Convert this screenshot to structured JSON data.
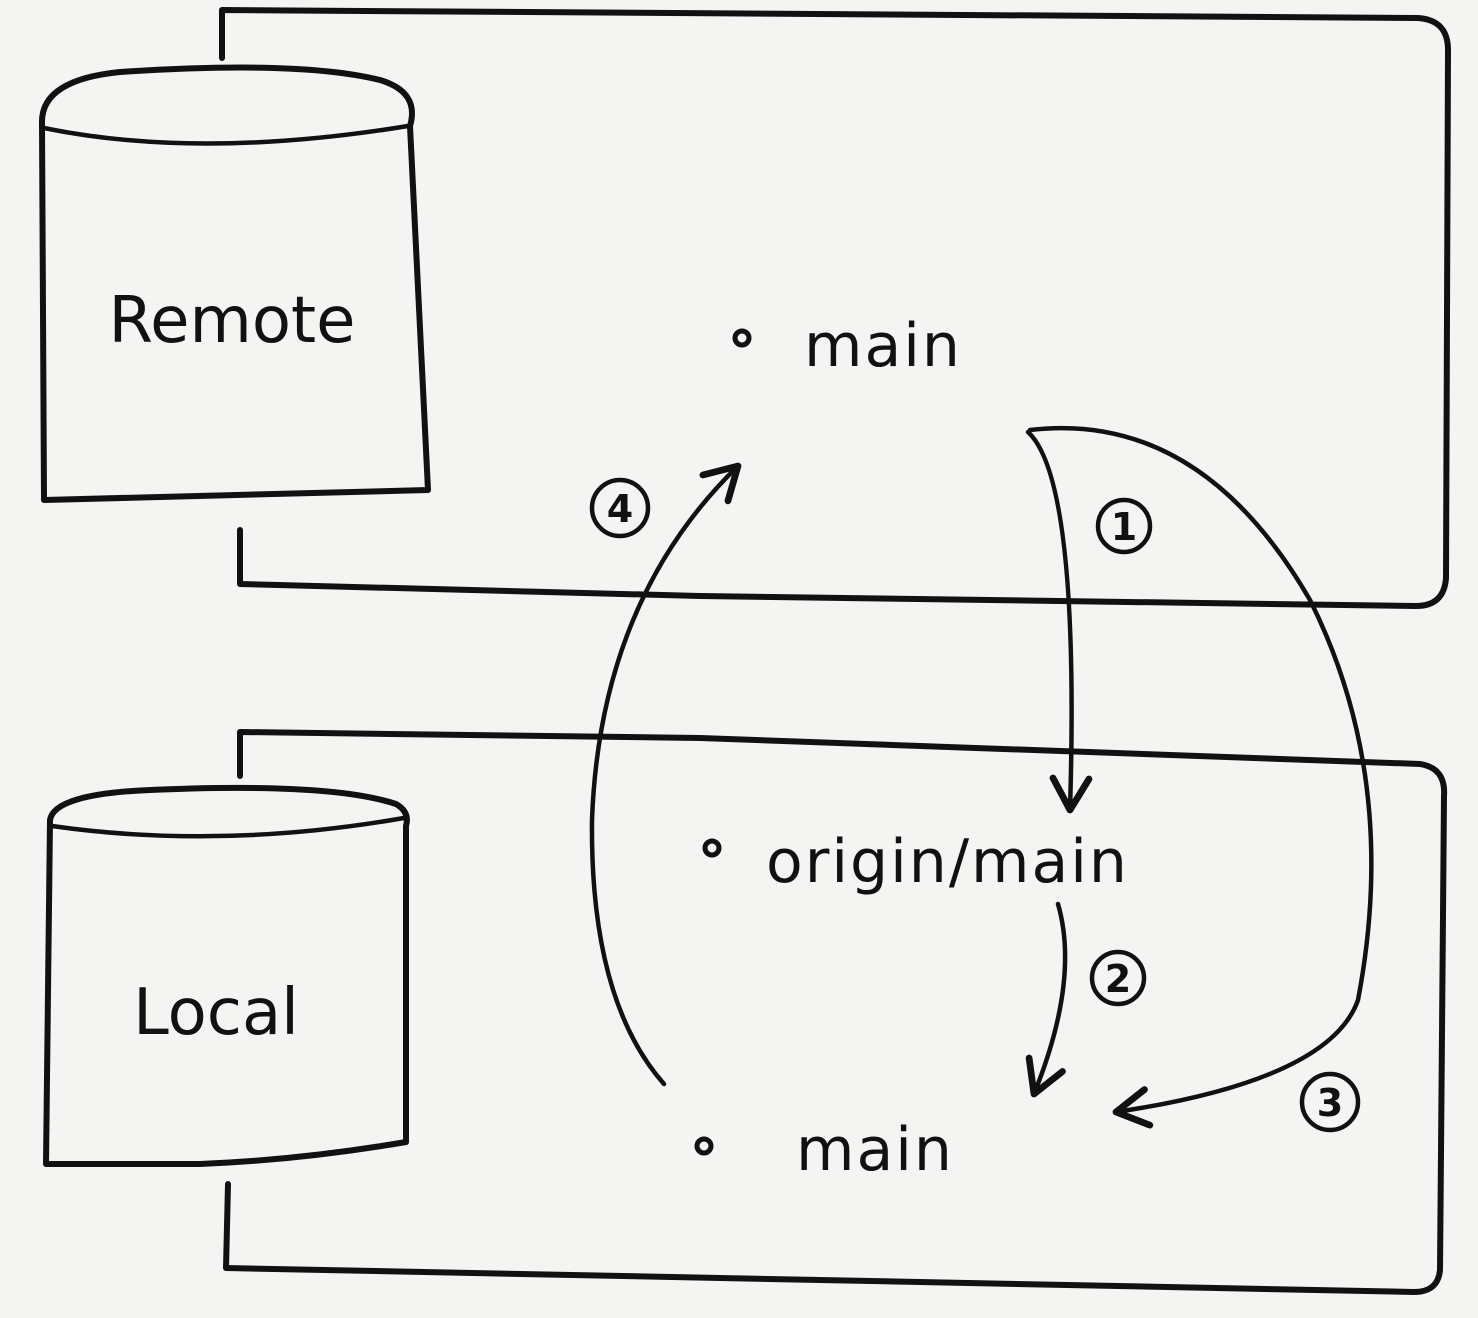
{
  "remote": {
    "label": "Remote",
    "branch": "main"
  },
  "local": {
    "label": "Local",
    "tracking_branch": "origin/main",
    "branch": "main"
  },
  "steps": [
    {
      "number": "1"
    },
    {
      "number": "2"
    },
    {
      "number": "3"
    },
    {
      "number": "4"
    }
  ]
}
